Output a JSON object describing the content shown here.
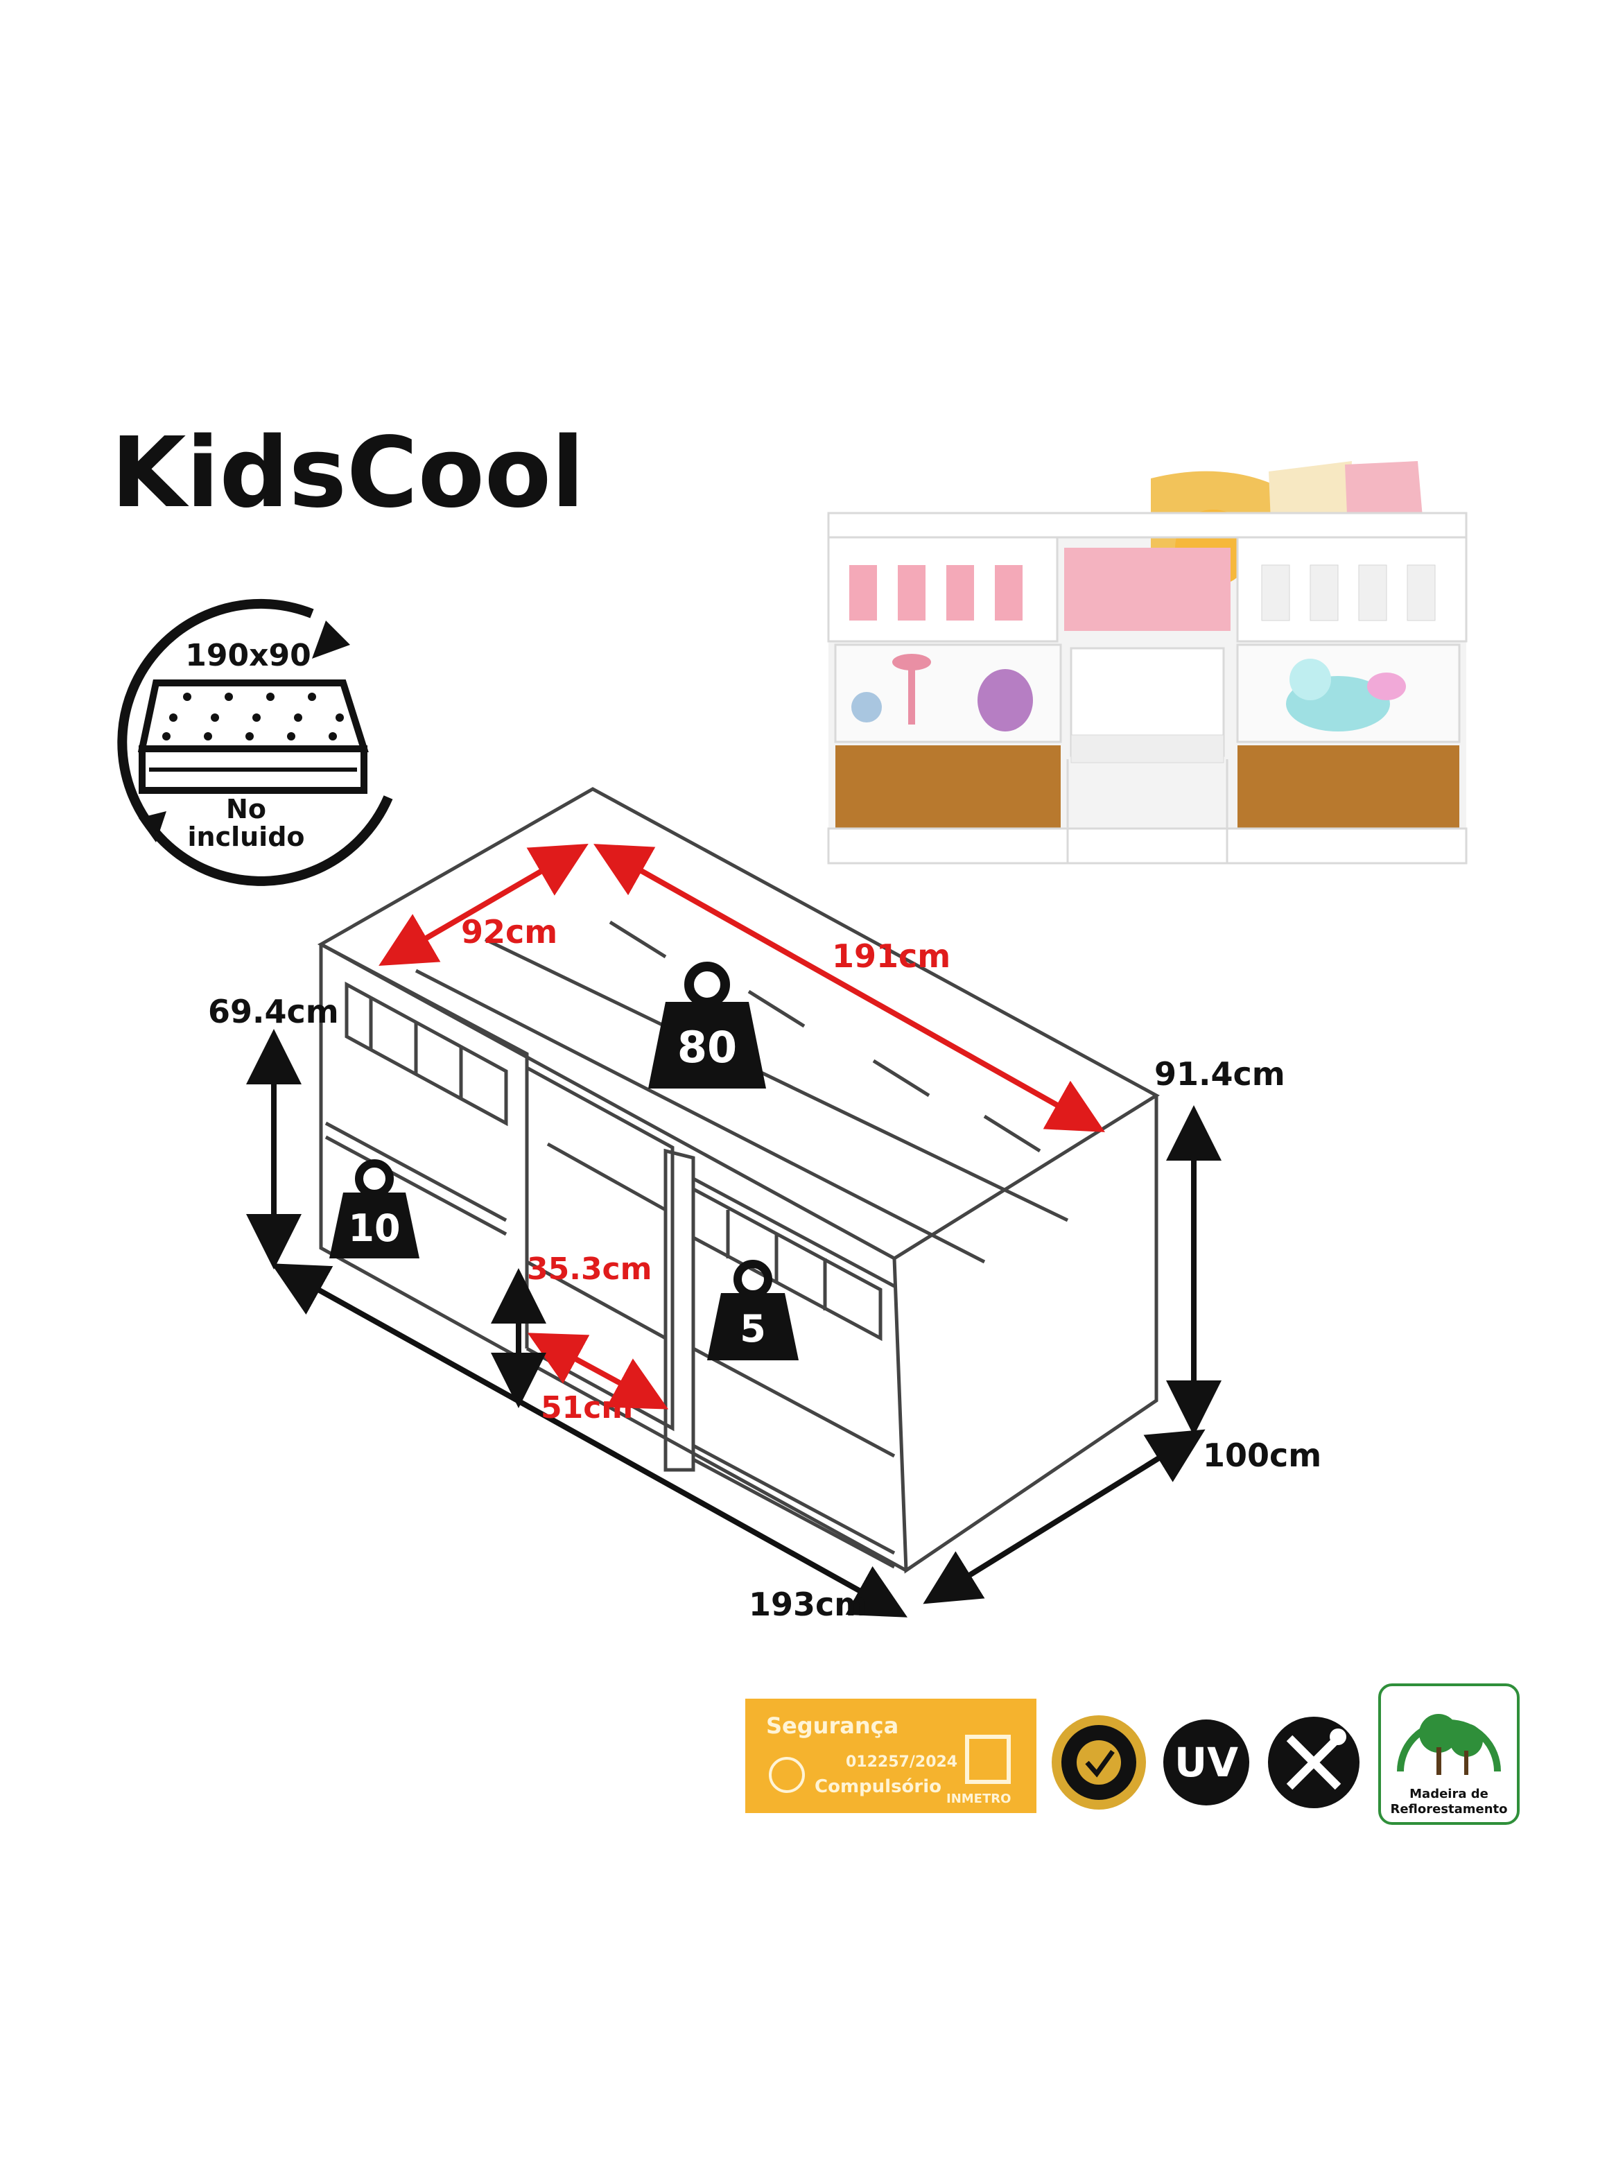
{
  "brand": {
    "name": "KidsCool"
  },
  "mattress": {
    "size": "190x90",
    "note_line1": "No",
    "note_line2": "incluido"
  },
  "dimensions": {
    "top_width": "92cm",
    "top_length": "191cm",
    "left_height": "69.4cm",
    "right_height": "91.4cm",
    "depth": "100cm",
    "length": "193cm",
    "inner_height": "35.3cm",
    "inner_width": "51cm"
  },
  "weights": {
    "top": "80",
    "left_shelf": "10",
    "right_shelf": "5"
  },
  "badges": {
    "inmetro_title": "Segurança",
    "inmetro_code": "012257/2024",
    "inmetro_sub": "Compulsório",
    "inmetro_brand": "INMETRO",
    "uv": "UV",
    "wood_line1": "Madeira de",
    "wood_line2": "Reflorestamento"
  },
  "colors": {
    "dimension_red": "#e01b1b",
    "badge_yellow": "#f5b32e",
    "wood": "#b8792e",
    "pink": "#f4a9b8"
  }
}
